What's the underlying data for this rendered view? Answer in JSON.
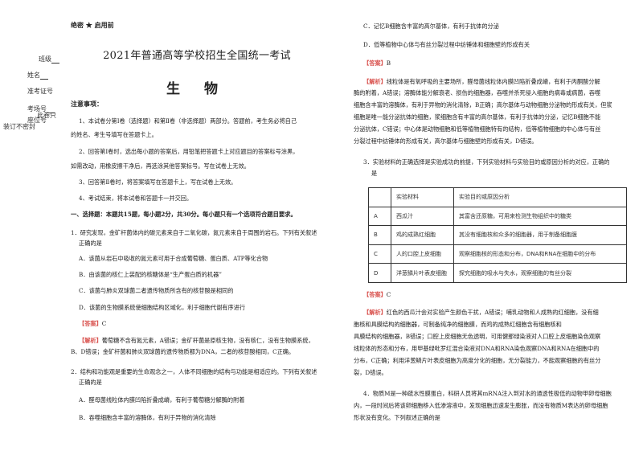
{
  "binding": {
    "class_label": "班级",
    "name_label": "姓名",
    "exam_no_label": "准考证号",
    "room_label": "考场号",
    "seat_label": "座位号",
    "note_a": "此卷只",
    "note_b": "装订不密封"
  },
  "header": {
    "secret": "绝密 ★ 启用前",
    "title": "2021年普通高等学校招生全国统一考试",
    "subject": "生  物"
  },
  "notes": {
    "heading": "注意事项：",
    "items": [
      "1、本试卷分第Ⅰ卷（选择题）和第Ⅱ卷（非选择题）两部分。答题前，考生务必将自己",
      "的姓名、考生号填写在答题卡上。",
      "2、回答第Ⅰ卷时，选出每小题的答案后，用铅笔把答题卡上对应题目的答案标号涂黑，",
      "如需改动，用橡皮擦干净后，再选涂其他答案标号。写在试卷上无效。",
      "3、回答第Ⅱ卷时，将答案填写在答题卡上，写在试卷上无效。",
      "4、考试结束，将本试卷和答题卡一并交回。"
    ]
  },
  "section_title": "一、选择题：本题共15题，每小题2分，共30分。每小题只有一个选项符合题目要求。",
  "q1": {
    "stem1": "1．研究发现，金矿杆菌体内的碳元素来自于二氧化碳，氮元素来自于周围的岩石。下列有关叙述",
    "stem2": "正确的是",
    "a": "A．该菌从岩石中吸收的氮元素可用于合成葡萄糖、蛋白质、ATP等化合物",
    "b": "B．由该菌的核仁上装配的核糖体是“生产蛋白质的机器”",
    "c": "C．该菌与肺炎双球菌二者遗传物质所含有的核苷酸是相同的",
    "d": "D．该菌的生物膜系统使细胞结构区域化，利于细胞代谢有序进行",
    "answer_label": "【答案】",
    "answer": "C",
    "expl_label": "【解析】",
    "expl1": "葡萄糖不含有氮元素，A错误；金矿杆菌是原核生物，没有核仁，没有生物膜系统，",
    "expl2": "B、D错误；金矿杆菌和肺炎双球菌的遗传物质都为DNA，二者的核苷酸相同，C正确。"
  },
  "q2": {
    "stem1": "2．结构和功能观是重要的生命观念之一，人体不同细胞的结构与功能是相适应的。下列有关叙述",
    "stem2": "正确的是",
    "a": "A．醛母菌线粒体内膜凹陷折叠成嵴，有利于葡萄糖分解酶的附着",
    "b": "B．吞噬细胞含丰富的溶酶体，有利于异物的消化清除",
    "c": "C．记忆B细胞含丰富的高尔基体，有利于抗体的分泌",
    "d": "D．低等植物中心体与有丝分裂过程中纺锤体和细胞壁的形成有关",
    "answer_label": "【答案】",
    "answer": "B",
    "expl_label": "【解析】",
    "expl_lines": [
      "线粒体是有氧呼吸的主要场所，醛母菌线粒体内膜凹陷折叠成嵴，有利于丙酮酸分解",
      "酶的附着，A错误；溶酶体能分解衰老、损伤的细胞器，吞噬并杀死侵入细胞的病毒或病菌，吞噬",
      "细胞含丰富的溶酶体，有利于异物的消化清除，B正确；高尔基体与动物细胞分泌物的形成有关，但浆",
      "细胞是唯一能分泌抗体的细胞，浆细胞含有丰富的高尔基体，有利于抗体的分泌，记忆B细胞不能",
      "分泌抗体，C错误；中心体是动物细胞和低等植物细胞特有的结构，低等植物细胞的中心体与有丝",
      "分裂过程中纺锤体的形成有关，高尔基体与细胞壁的形成有关，D错误。"
    ]
  },
  "q3": {
    "stem1": "3．实验材料的正确选择是实验成功的前提，下列实验材料与实验目的或原因分析的对应，正确的",
    "stem2": "是",
    "table": {
      "header": [
        "",
        "实验材料",
        "实验目的或原因分析"
      ],
      "rows": [
        [
          "A",
          "西瓜汁",
          "其富含还原糖，可用来检测生物组织中的糖类"
        ],
        [
          "B",
          "鸡的成熟红细胞",
          "其没有细胞核和众多的细胞器，用于制备细胞膜"
        ],
        [
          "C",
          "人的口腔上皮细胞",
          "观察细胞核的形态和分布，DNA和RNA在细胞中的分布"
        ],
        [
          "D",
          "洋葱鳞片叶表皮细胞",
          "探究细胞的吸水与失水，观察细胞的有丝分裂"
        ]
      ]
    },
    "answer_label": "【答案】",
    "answer": "C",
    "expl_label": "【解析】",
    "expl_lines": [
      "红色的西瓜汁会对实验产生颜色干扰，A错误；哺乳动物和人成熟的红细胞，没有细",
      "胞核和具膜结构的细胞器，可制备纯净的细胞膜，而鸡的成熟红细胞含有细胞核和",
      "具膜结构的细胞器，B错误；口腔上皮细胞无色透明，可用健那绿染液对人口腔上皮细胞染色观察",
      "线粒体的形态和分布，用甲基绿吡罗红混合染液对DNA和RNA染色观察DNA和RNA在细胞中的",
      "分布，C正确；利用洋葱鳞片叶表皮细胞为高度分化的细胞，无分裂能力，不能观察细胞的有丝分",
      "裂，D错误。"
    ]
  },
  "q4": {
    "lines": [
      "4．物质M是一种疏水性膜蛋白，科研人员将其mRNA注入到对水的通透性极低的动物甲卵母细胞",
      "内，一段时间后将该卵细胞移入低渗溶液中，发现细胞迅速发生膨胀，而没有物质M表达的卵母细胞",
      "形状没有变化。下列叙述正确的是"
    ]
  }
}
